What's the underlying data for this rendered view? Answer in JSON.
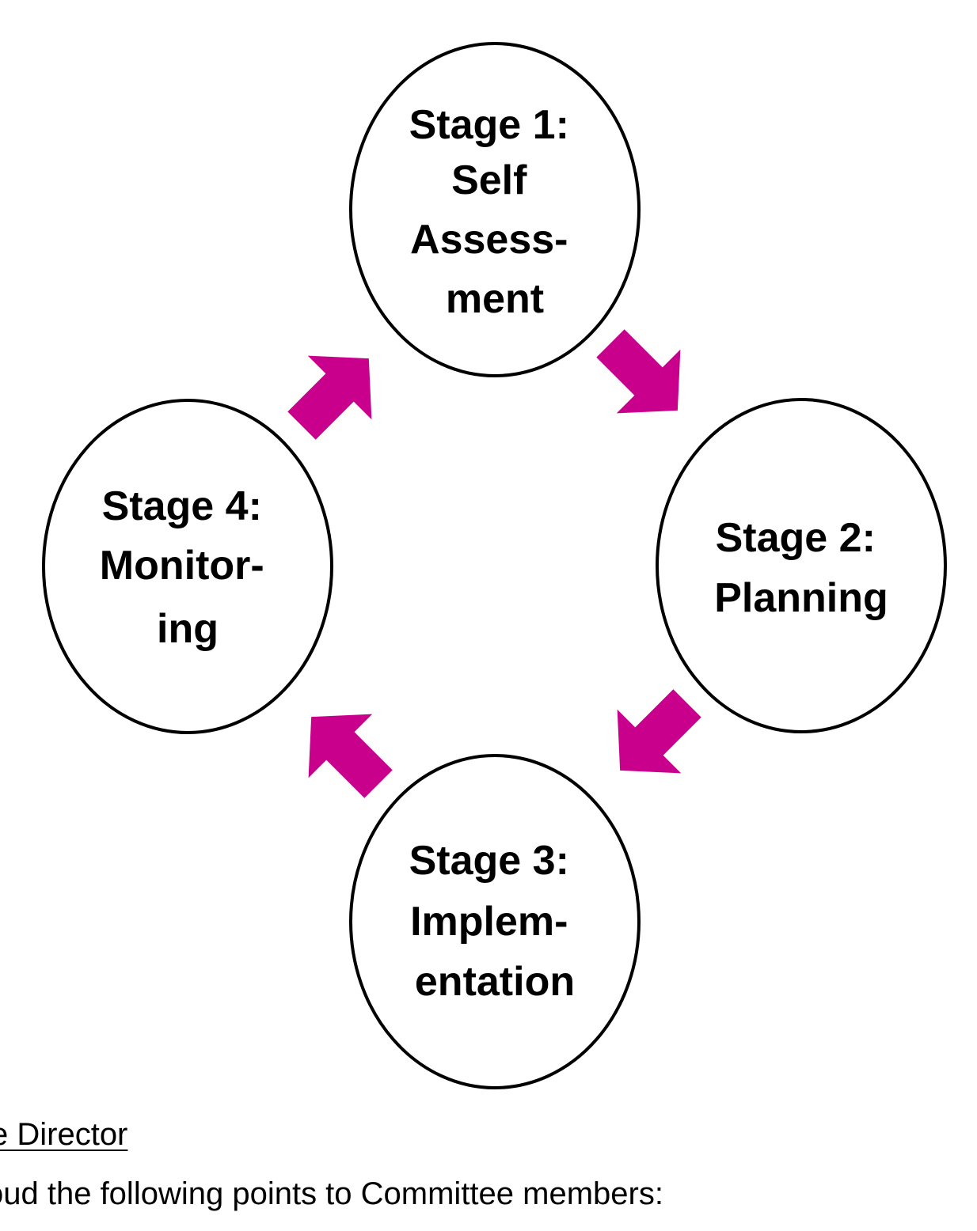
{
  "diagram": {
    "stages": [
      {
        "id": "stage-1",
        "lines": [
          "Stage 1:",
          "Self",
          "Assess-",
          "ment"
        ]
      },
      {
        "id": "stage-2",
        "lines": [
          "Stage 2:",
          "Planning"
        ]
      },
      {
        "id": "stage-3",
        "lines": [
          "Stage 3:",
          "Implem-",
          "entation"
        ]
      },
      {
        "id": "stage-4",
        "lines": [
          "Stage 4:",
          "Monitor-",
          "ing"
        ]
      }
    ],
    "arrows": [
      {
        "from": "stage-1",
        "to": "stage-2",
        "direction": "down-right"
      },
      {
        "from": "stage-2",
        "to": "stage-3",
        "direction": "down-left"
      },
      {
        "from": "stage-3",
        "to": "stage-4",
        "direction": "up-left"
      },
      {
        "from": "stage-4",
        "to": "stage-1",
        "direction": "up-right"
      }
    ],
    "arrow_color": "#c8008c",
    "circle_stroke_color": "#000000"
  },
  "text": {
    "heading": "e Director",
    "body": "oud the following points to Committee members:"
  }
}
